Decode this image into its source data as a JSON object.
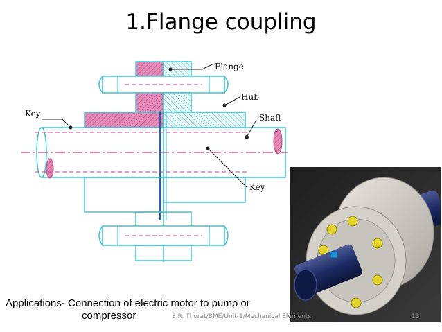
{
  "slide": {
    "title": "1.Flange coupling",
    "applications_line1": "Applications- Connection of electric motor to pump or",
    "applications_line2": "compressor",
    "footer": "S.R. Thorat/BME/Unit-1/Mechanical Elements",
    "page_number": "13"
  },
  "diagram": {
    "labels": {
      "flange": "Flange",
      "hub": "Hub",
      "key_left": "Key",
      "shaft": "Shaft",
      "key_right": "Key"
    },
    "colors": {
      "outline": "#3ec3d3",
      "flange_fill": "#e58ab7",
      "shaft_center": "#c43a8a",
      "leader": "#222222"
    }
  },
  "photo": {
    "colors": {
      "background": "#2c2c2c",
      "flange": "#d3d1c9",
      "shaft": "#1c2a63",
      "bolts": "#e3d229",
      "key": "#1f8fd8"
    }
  }
}
